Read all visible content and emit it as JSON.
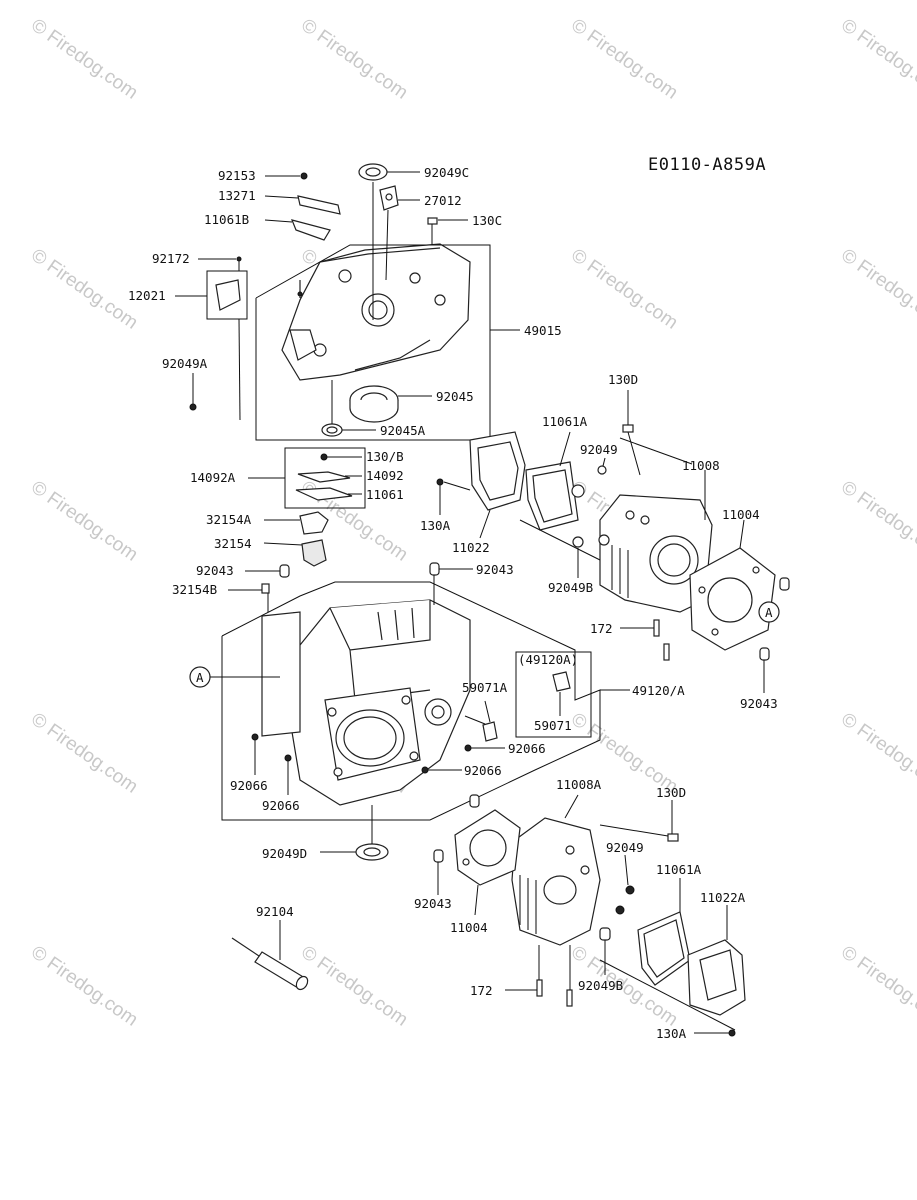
{
  "diagram_code": "E0110-A859A",
  "watermark": "© Firedog.com",
  "callouts": {
    "A_left": "A",
    "A_right": "A"
  },
  "parts": {
    "p92153": "92153",
    "p13271": "13271",
    "p11061B": "11061B",
    "p92172": "92172",
    "p12021": "12021",
    "p92049A": "92049A",
    "p92049C": "92049C",
    "p27012": "27012",
    "p130C": "130C",
    "p49015": "49015",
    "p92045": "92045",
    "p92045A": "92045A",
    "p130B": "130/B",
    "p14092A": "14092A",
    "p14092": "14092",
    "p11061": "11061",
    "p32154A": "32154A",
    "p32154": "32154",
    "p92043_l": "92043",
    "p32154B": "32154B",
    "p92043_c": "92043",
    "p130D_top": "130D",
    "p11061A_top": "11061A",
    "p92049_top": "92049",
    "p11008": "11008",
    "p11004_top": "11004",
    "p130A_top": "130A",
    "p11022": "11022",
    "p92049B_top": "92049B",
    "p172_top": "172",
    "p92043_r": "92043",
    "p49120A_box": "(49120A)",
    "p59071A": "59071A",
    "p59071": "59071",
    "p49120": "49120/A",
    "p92066_a": "92066",
    "p92066_b": "92066",
    "p92066_c": "92066",
    "p92066_d": "92066",
    "p92049D": "92049D",
    "p11008A": "11008A",
    "p130D_bot": "130D",
    "p92049_bot": "92049",
    "p11061A_bot": "11061A",
    "p11022A": "11022A",
    "p92043_b": "92043",
    "p11004_bot": "11004",
    "p92104": "92104",
    "p172_bot": "172",
    "p92049B_bot": "92049B",
    "p130A_bot": "130A"
  }
}
